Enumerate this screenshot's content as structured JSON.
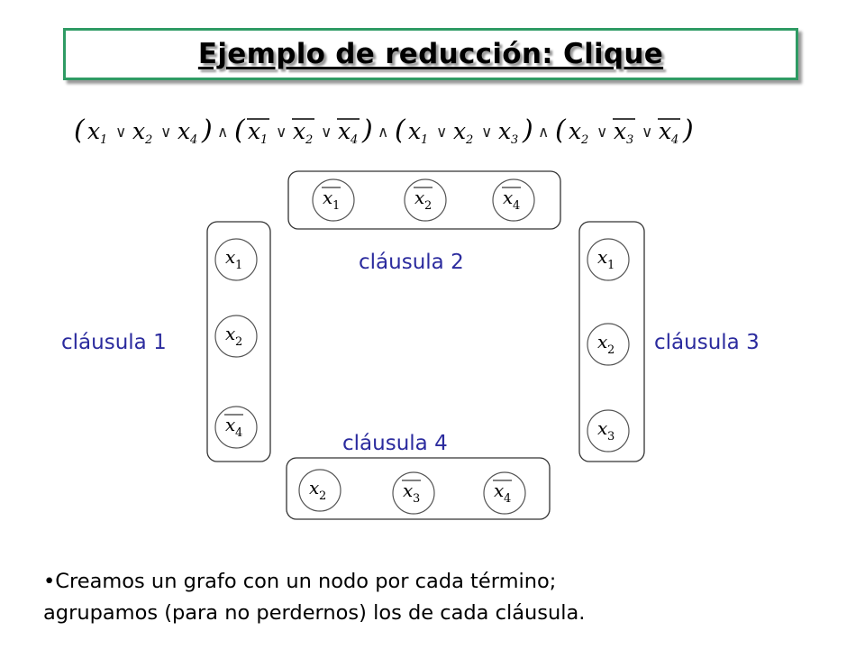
{
  "title": "Ejemplo de reducción: Clique",
  "formula": {
    "clauses": [
      [
        {
          "var": "x",
          "sub": "1",
          "negated": false
        },
        {
          "var": "x",
          "sub": "2",
          "negated": false
        },
        {
          "var": "x",
          "sub": "4",
          "negated": false
        }
      ],
      [
        {
          "var": "x",
          "sub": "1",
          "negated": true
        },
        {
          "var": "x",
          "sub": "2",
          "negated": true
        },
        {
          "var": "x",
          "sub": "4",
          "negated": true
        }
      ],
      [
        {
          "var": "x",
          "sub": "1",
          "negated": false
        },
        {
          "var": "x",
          "sub": "2",
          "negated": false
        },
        {
          "var": "x",
          "sub": "3",
          "negated": false
        }
      ],
      [
        {
          "var": "x",
          "sub": "2",
          "negated": false
        },
        {
          "var": "x",
          "sub": "3",
          "negated": true
        },
        {
          "var": "x",
          "sub": "4",
          "negated": true
        }
      ]
    ],
    "or_symbol": "∨",
    "and_symbol": "∧"
  },
  "labels": {
    "clause1": "cláusula 1",
    "clause2": "cláusula 2",
    "clause3": "cláusula 3",
    "clause4": "cláusula 4"
  },
  "groups": {
    "clause1": [
      {
        "var": "x",
        "sub": "1",
        "negated": false
      },
      {
        "var": "x",
        "sub": "2",
        "negated": false
      },
      {
        "var": "x",
        "sub": "4",
        "negated": true
      }
    ],
    "clause2": [
      {
        "var": "x",
        "sub": "1",
        "negated": true
      },
      {
        "var": "x",
        "sub": "2",
        "negated": true
      },
      {
        "var": "x",
        "sub": "4",
        "negated": true
      }
    ],
    "clause3": [
      {
        "var": "x",
        "sub": "1",
        "negated": false
      },
      {
        "var": "x",
        "sub": "2",
        "negated": false
      },
      {
        "var": "x",
        "sub": "3",
        "negated": false
      }
    ],
    "clause4": [
      {
        "var": "x",
        "sub": "2",
        "negated": false
      },
      {
        "var": "x",
        "sub": "3",
        "negated": true
      },
      {
        "var": "x",
        "sub": "4",
        "negated": true
      }
    ]
  },
  "bullet": "•",
  "body_lines": [
    "Creamos un grafo con un nodo por cada término;",
    "agrupamos (para no perdernos) los de cada cláusula."
  ],
  "colors": {
    "title_border": "#2f9b64",
    "label_text": "#2b2b9e",
    "node_stroke": "#555555",
    "group_stroke": "#333333"
  }
}
